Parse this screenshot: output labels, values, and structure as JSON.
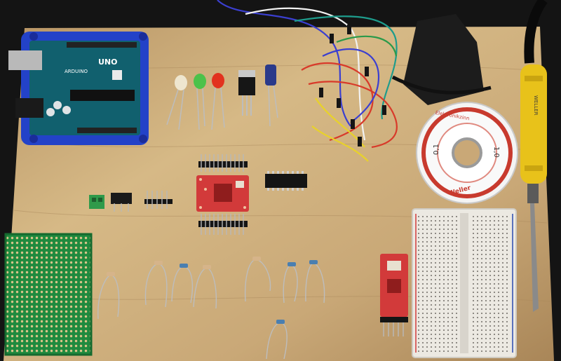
{
  "scene": {
    "background": "#141414",
    "board_color": "#c9a877",
    "board_color_light": "#dcc193"
  },
  "arduino": {
    "brand_text": "ARDUINO",
    "model_text": "UNO",
    "case_color": "#2342c8",
    "pcb_color": "#11606e"
  },
  "solder_spool": {
    "brand_text": "Weller",
    "label_text": "Elektronikzinn",
    "diameter_text": "1,0",
    "weight_text": "0,1",
    "label_color": "#c83a2e"
  },
  "iron": {
    "handle_text": "WELLER",
    "handle_color": "#e8c21a"
  },
  "colors": {
    "module_red": "#d23a3a",
    "led_green": "#4cc24a",
    "led_red": "#e2321e",
    "capacitor": "#2a3a8a",
    "terminal": "#2f9a4a",
    "perfboard": "#1f8a3e",
    "breadboard": "#ece9e2"
  }
}
